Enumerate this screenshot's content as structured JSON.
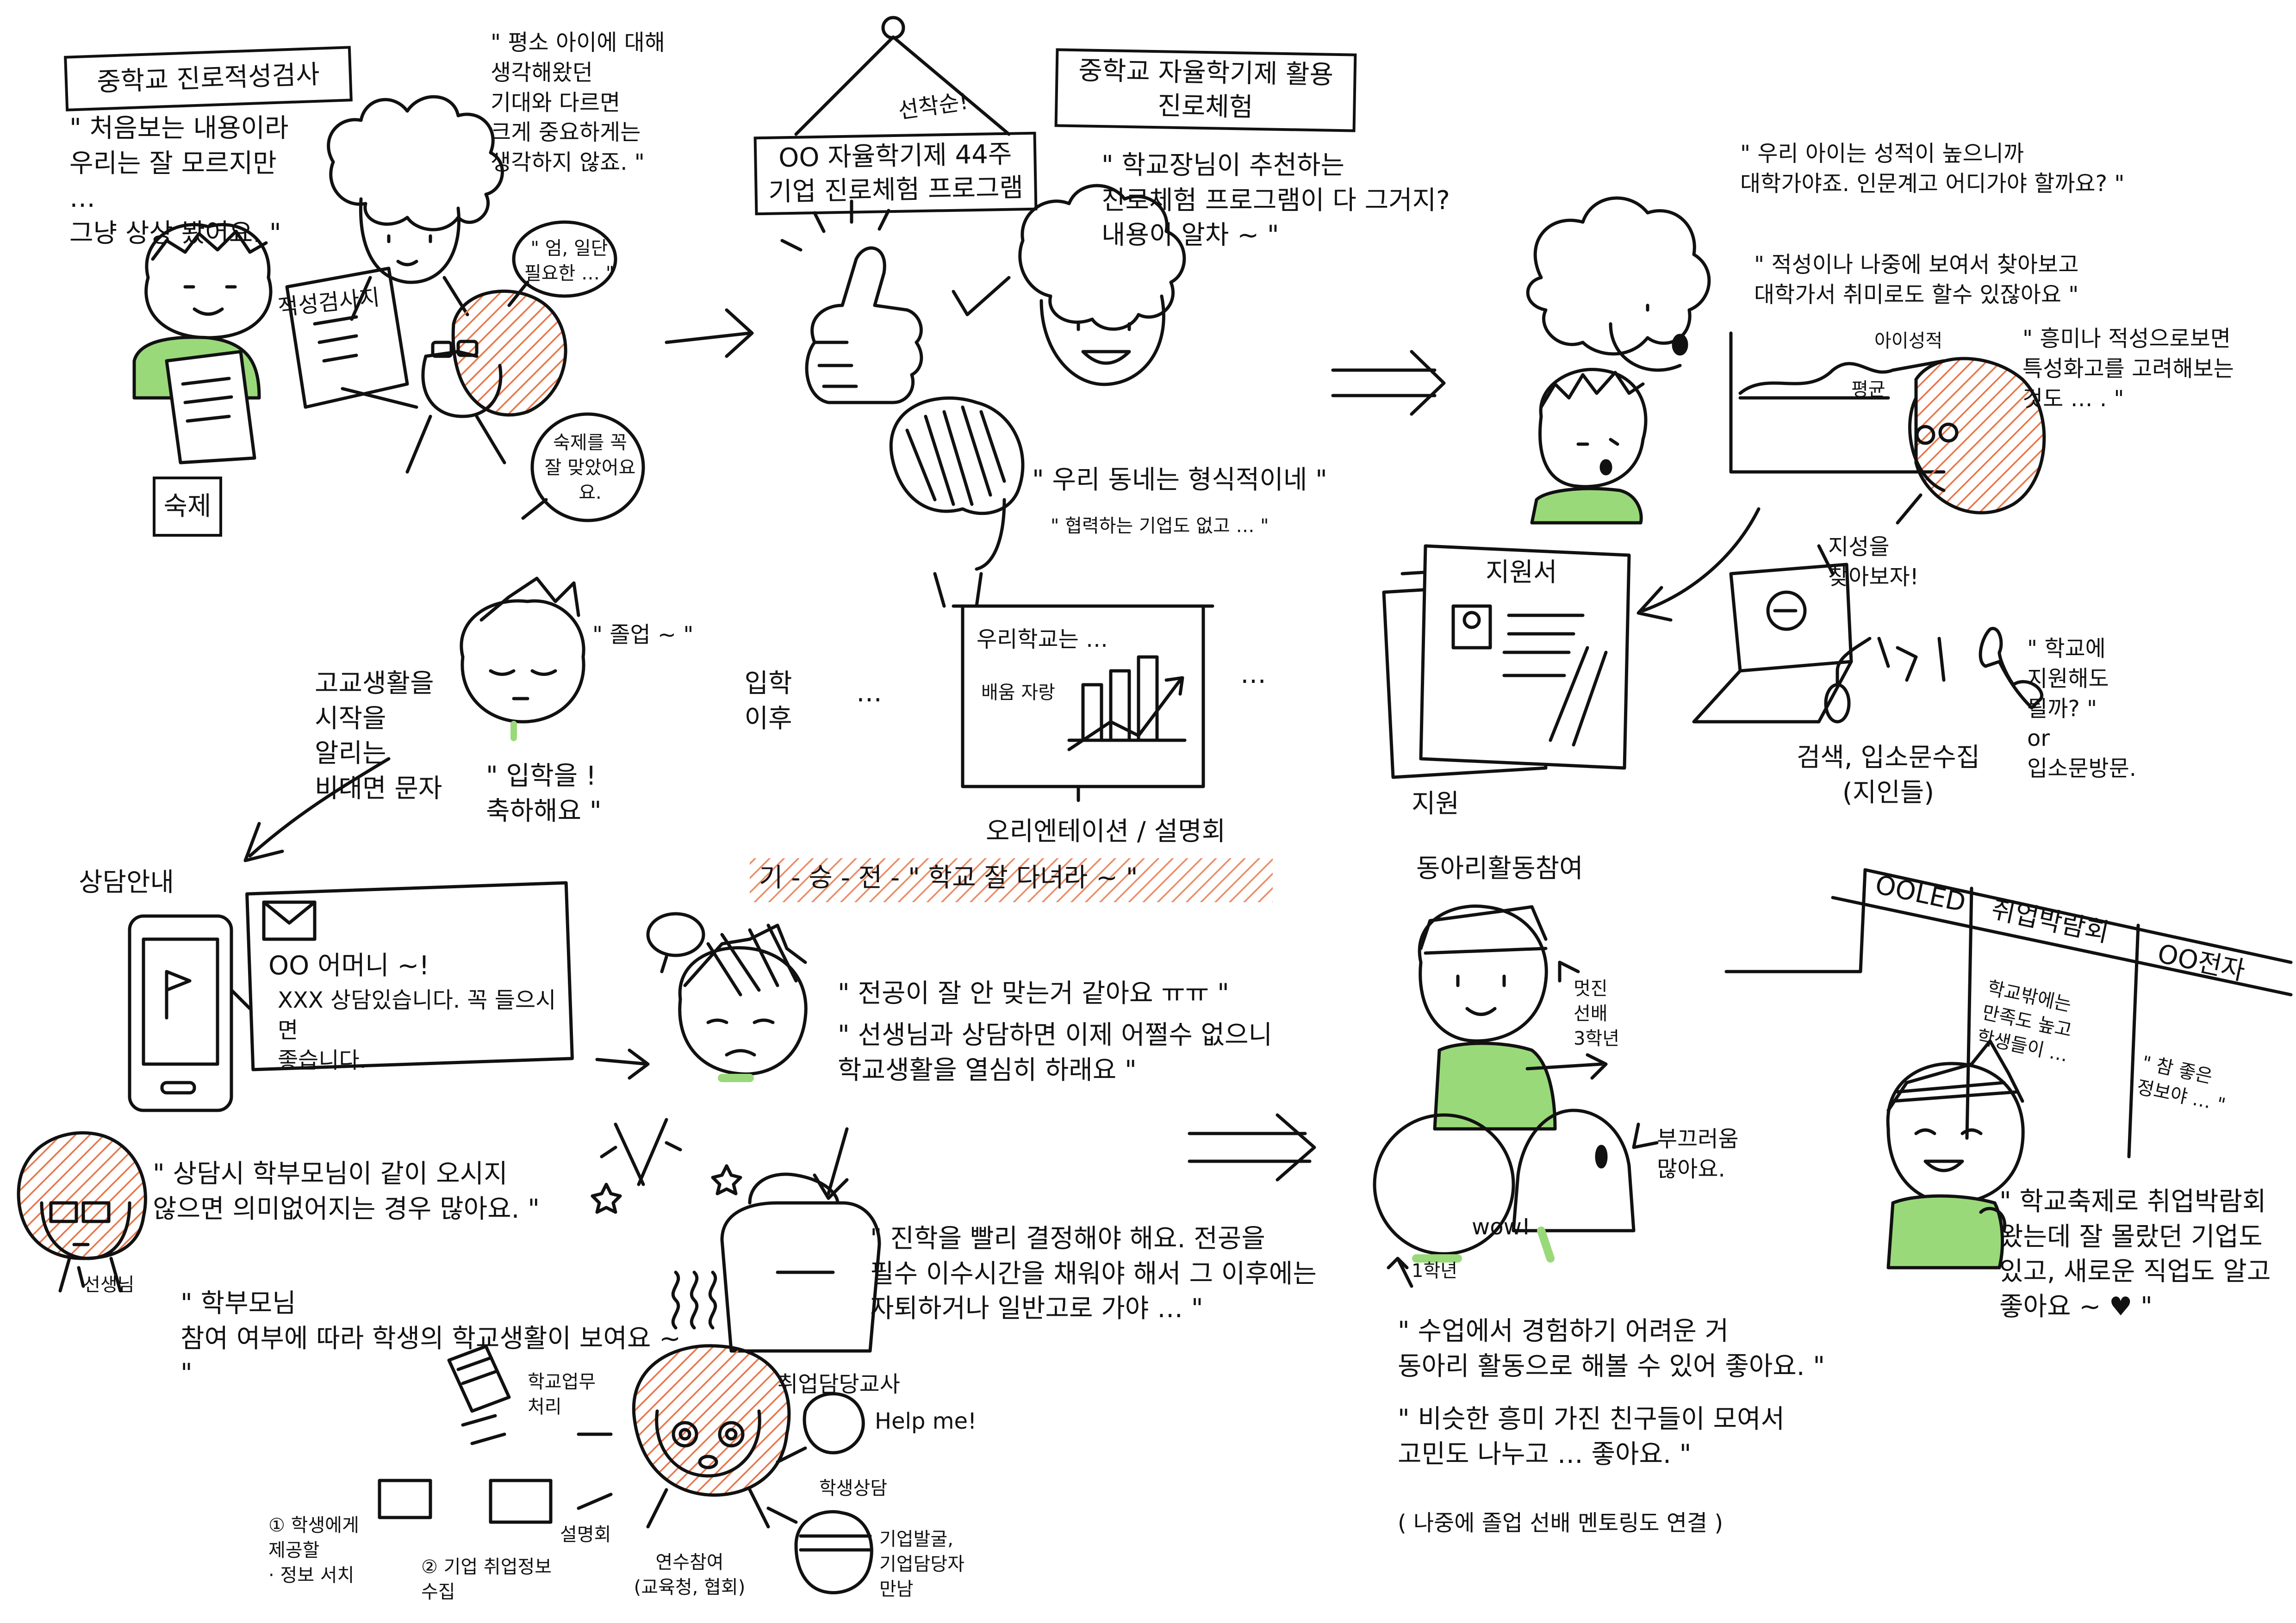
{
  "colors": {
    "ink": "#111111",
    "green": "#9ad97a",
    "orange": "#e8764a",
    "paper": "#ffffff"
  },
  "panel1": {
    "title": "중학교 진로적성검사",
    "quote_student": "\" 처음보는 내용이라\n우리는 잘 모르지만 …\n그냥 상상 봤어요. \"",
    "quote_parent": "\" 평소 아이에 대해\n생각해왔던\n기대와 다르면\n크게 중요하게는\n생각하지 않죠. \"",
    "bubble_top": "\" 엄, 일단\n필요한 … \"",
    "bubble_bottom": "숙제를 꼭\n잘 맞았어요\n요.",
    "sheet_label": "적성검사지",
    "homework_label": "숙제"
  },
  "panel2": {
    "sign_line1": "OO 자율학기제 44주",
    "sign_line2": "기업 진로체험 프로그램",
    "sign_tag": "선착순!",
    "title": "중학교 자율학기제 활용\n진로체험",
    "quote_main": "\" 학교장님이 추천하는\n진로체험 프로그램이 다 그거지?\n내용이 알차 ~ \"",
    "quote_teacher": "\" 우리 동네는 형식적이네 \"",
    "quote_teacher2": "\" 협력하는 기업도 없고 … \"",
    "board_title": "우리학교는 …",
    "board_label": "배움 자랑",
    "board_caption": "오리엔테이션 / 설명회"
  },
  "panel3": {
    "quote1": "\" 우리 아이는 성적이 높으니까\n대학가야죠. 인문계고 어디가야 할까요? \"",
    "quote2": "\" 적성이나 나중에 보여서 찾아보고\n대학가서 취미로도 할수 있잖아요 \"",
    "quote3": "\" 흥미나 적성으로보면\n특성화고를 고려해보는\n것도 … . \"",
    "chart_label_top": "아이성적",
    "chart_label_mid": "평균",
    "doc_title": "지원서",
    "apply_label": "지원",
    "laptop_note": "지성을\n찾아보자!",
    "search_label": "검색, 입소문수집\n(지인들)",
    "phone_quote": "\" 학교에\n지원해도\n될까? \"\nor\n입소문방문."
  },
  "middle_left": {
    "highschool_note": "고교생활을\n시작을\n알리는\n비대면 문자",
    "quote_sleepy": "\" 졸업 ~ \"",
    "quote_welcome": "\" 입학을 !\n축하해요 \"",
    "enroll_label": "입학\n이후",
    "dots1": "…",
    "dots2": "…",
    "counsel_label": "상담안내"
  },
  "panel4": {
    "message_line1": "OO 어머니 ~!",
    "message_line2": "XXX 상담있습니다. 꼭 들으시면\n좋습니다.",
    "quote_mom1": "\" 상담시 학부모님이 같이 오시지\n않으면 의미없어지는 경우 많아요. \"",
    "teacher_label": "선생님",
    "quote_mom2": "\" 학부모님\n참여 여부에 따라 학생의 학교생활이 보여요 ~ \"",
    "banner": "기 - 승 - 전 - \" 학교 잘 다녀라 ~ \"",
    "quote_student1": "\" 전공이 잘 안 맞는거 같아요 ㅠㅠ \"",
    "quote_student2": "\" 선생님과 상담하면 이제 어쩔수 없으니\n학교생활을 열심히 하래요 \"",
    "quote_future": "\" 진학을 빨리 결정해야 해요. 전공을\n필수 이수시간을 채워야 해서 그 이후에는\n자퇴하거나 일반고로 가야 … \"",
    "teacher_role": "취업담당교사",
    "help": "Help me!",
    "task1": "학교업무\n처리",
    "task2": "설명회",
    "task3": "연수참여\n(교육청, 협회)",
    "task4": "학생상담",
    "task5": "기업발굴,\n기업담당자\n만남",
    "task6": "① 학생에게\n제공할\n· 정보 서치",
    "task7": "② 기업 취업정보\n수집"
  },
  "panel5": {
    "title": "동아리활동참여",
    "senior_note": "멋진\n선배\n3학년",
    "shy_note": "부끄러움\n많아요.",
    "wow": "wow!",
    "junior_label": "1학년",
    "quote1": "\" 수업에서 경험하기 어려운 거\n동아리 활동으로 해볼 수 있어 좋아요. \"",
    "quote2": "\" 비슷한 흥미 가진 친구들이 모여서\n고민도 나누고 … 좋아요. \"",
    "note": "( 나중에 졸업 선배 멘토링도 연결 )"
  },
  "panel6": {
    "booth1": "OOLED",
    "booth2": "취업박람회",
    "booth3": "OO전자",
    "note_left": "학교밖에는\n만족도 높고\n학생들이 …",
    "note_right": "\" 참 좋은\n정보야 … \"",
    "quote": "\" 학교축제로 취업박람회\n왔는데 잘 몰랐던 기업도\n있고, 새로운 직업도 알고\n좋아요 ~ ♥ \""
  }
}
